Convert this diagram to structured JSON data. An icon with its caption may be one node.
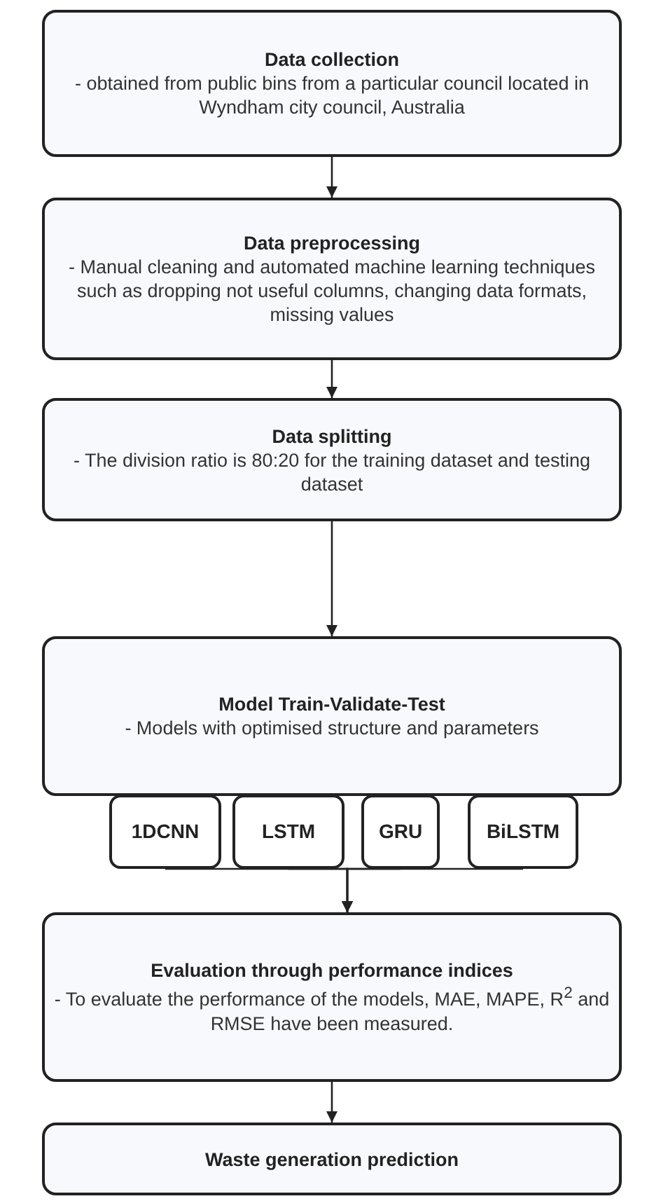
{
  "diagram": {
    "nodes": [
      {
        "text": [
          "Data collection",
          "- obtained from public bins from a particular council located in Wyndham city council, Australia"
        ]
      },
      {
        "text": [
          "Data preprocessing",
          "- Manual cleaning and automated machine learning techniques such as dropping not useful columns, changing data formats, missing values"
        ]
      },
      {
        "text": [
          "Data splitting",
          "- The division ratio is 80:20 for the training dataset and testing dataset"
        ]
      },
      {
        "text": [
          "Model Train-Validate-Test",
          "- Models with optimised structure and parameters"
        ]
      },
      {
        "text": [
          "1DCNN"
        ]
      },
      {
        "text": [
          "LSTM"
        ]
      },
      {
        "text": [
          "GRU"
        ]
      },
      {
        "text": [
          "BiLSTM"
        ]
      },
      {
        "text": [
          "Evaluation through performance indices",
          "- To evaluate the performance of the models, MAE, MAPE, R$^{2}$ and RMSE have been measured."
        ]
      },
      {
        "text": [
          "Waste generation prediction"
        ]
      }
    ],
    "edges": [
      {
        "from": 0,
        "to": 1,
        "arrow": "to"
      },
      {
        "from": 1,
        "to": 2,
        "arrow": "to"
      },
      {
        "from": 2,
        "to": 3,
        "arrow": "to"
      },
      {
        "from": 4,
        "to": 8,
        "arrow": "to"
      },
      {
        "from": 5,
        "to": 8,
        "arrow": "to"
      },
      {
        "from": 6,
        "to": 8,
        "arrow": "to"
      },
      {
        "from": 7,
        "to": 8,
        "arrow": "to"
      },
      {
        "from": 8,
        "to": 9,
        "arrow": "to"
      }
    ]
  }
}
